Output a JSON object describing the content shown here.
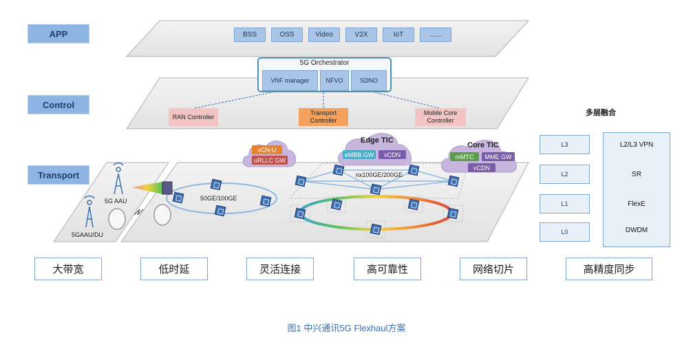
{
  "layers": {
    "app": "APP",
    "control": "Control",
    "transport": "Transport"
  },
  "app_items": [
    "BSS",
    "OSS",
    "Video",
    "V2X",
    "IoT",
    "......"
  ],
  "orchestrator": {
    "title": "5G Orchestrator",
    "vnf": "VNF manager",
    "nfvo": "NFVO",
    "sdno": "SDNO"
  },
  "controllers": {
    "ran": "RAN Controller",
    "transport": "Transport Controller",
    "mobile_core": "Mobile Core Controller"
  },
  "clouds": {
    "left_vcnu": "vCN-U",
    "left_urllc": "uRLLC GW",
    "edge_title": "Edge TIC",
    "edge_embb": "eMBB GW",
    "edge_vcdn": "vCDN",
    "core_title": "Core TIC",
    "core_mmtc": "mMTC",
    "core_mme": "MME GW",
    "core_vcdn": "vCDN"
  },
  "transport_labels": {
    "nx": "nx100GE/200GE",
    "ring50": "50GE/100GE",
    "aau": "5G AAU",
    "gaau": "5GAAU/DU"
  },
  "multilayer": {
    "title": "多层融合",
    "levels": [
      "L3",
      "L2",
      "L1",
      "L0"
    ],
    "tech": [
      "L2/L3 VPN",
      "SR",
      "FlexE",
      "DWDM"
    ]
  },
  "features": [
    "大带宽",
    "低时延",
    "灵活连接",
    "高可靠性",
    "网络切片",
    "高精度同步"
  ],
  "caption": "图1  中兴通讯5G Flexhaul方案",
  "colors": {
    "accent": "#8db4e2",
    "ran_ctrl": "#f2c4c4",
    "transport_ctrl": "#f4a15d",
    "cloud": "#c8b6df",
    "tag_orange": "#e8832b",
    "tag_red": "#c0504d",
    "tag_teal": "#4bacc6",
    "tag_purple": "#7a5ca8",
    "tag_green": "#5a9e4b"
  }
}
